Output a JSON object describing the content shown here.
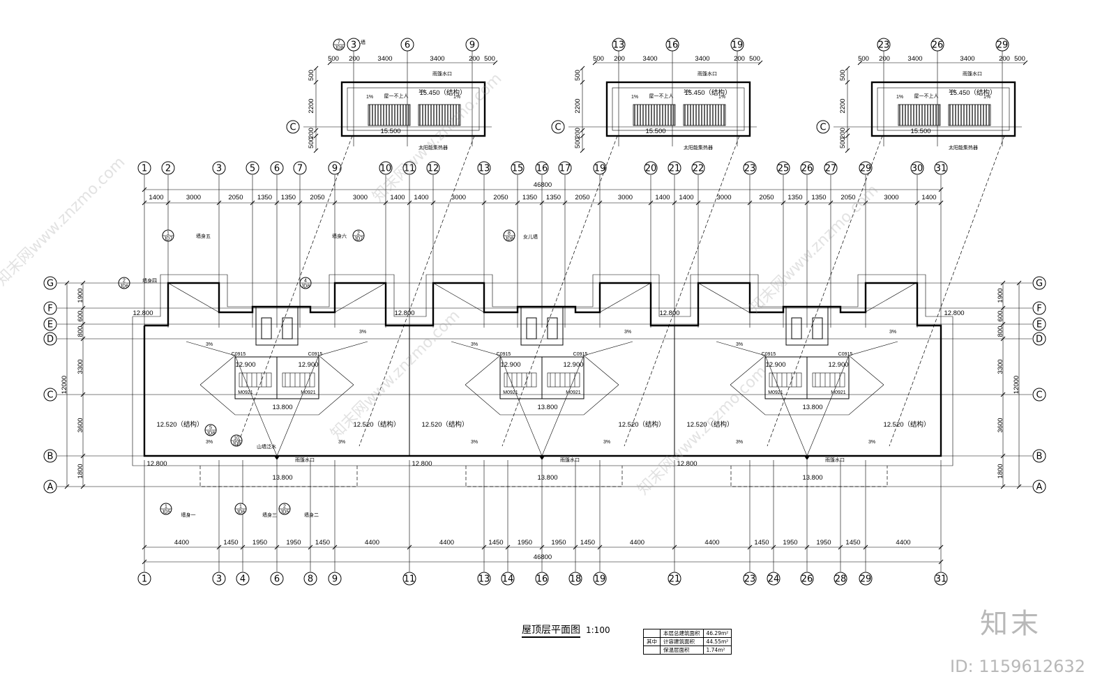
{
  "drawing": {
    "title": "屋顶层平面图",
    "scale": "1:100",
    "area_table": {
      "rows": [
        {
          "group": "",
          "label": "本层总建筑面积",
          "value": "46.29m²"
        },
        {
          "group": "其中",
          "label": "计容建筑面积",
          "value": "44.55m²"
        },
        {
          "group": "",
          "label": "保温层面积",
          "value": "1.74m²"
        }
      ]
    },
    "top_axes": [
      "1",
      "2",
      "3",
      "5",
      "6",
      "7",
      "9",
      "10",
      "11",
      "12",
      "13",
      "15",
      "16",
      "17",
      "19",
      "20",
      "21",
      "22",
      "23",
      "25",
      "26",
      "27",
      "29",
      "30",
      "31"
    ],
    "bottom_axes": [
      "1",
      "3",
      "4",
      "6",
      "8",
      "9",
      "11",
      "13",
      "14",
      "16",
      "18",
      "19",
      "21",
      "23",
      "24",
      "26",
      "28",
      "29",
      "31"
    ],
    "row_axes": [
      "G",
      "F",
      "E",
      "D",
      "C",
      "B",
      "A"
    ],
    "total_dimension": "46800",
    "top_dims": [
      "1400",
      "3000",
      "2050",
      "1350",
      "1350",
      "2050",
      "3000",
      "1400",
      "1400",
      "3000",
      "2050",
      "1350",
      "1350",
      "2050",
      "3000",
      "1400",
      "1400",
      "3000",
      "2050",
      "1350",
      "1350",
      "2050",
      "3000",
      "1400"
    ],
    "bottom_dims": [
      "4400",
      "1450",
      "1950",
      "1950",
      "1450",
      "4400",
      "4400",
      "1450",
      "1950",
      "1950",
      "1450",
      "4400",
      "4400",
      "1450",
      "1950",
      "1950",
      "1450",
      "4400"
    ],
    "left_dims": [
      "1900",
      "600",
      "800",
      "3300",
      "3600",
      "1800"
    ],
    "right_dims": [
      "1900",
      "600",
      "800",
      "3300",
      "3600",
      "1800"
    ],
    "overall_depth": "12000",
    "annotations": {
      "elev_12800": "12.800",
      "elev_12900": "12.900",
      "elev_13800": "13.800",
      "elev_12520": "12.520（结构）",
      "elev_15450": "15.450（结构）",
      "elev_15500": "15.500",
      "slope": "3%",
      "slope1": "1%",
      "parapet": "女儿墙",
      "drain": "雨篷水口",
      "solar": "太阳能集热器",
      "roof_access": "屋一不上人",
      "door": "M0921",
      "window": "C0915"
    },
    "details": [
      {
        "num": "1",
        "sheet": "JD7"
      },
      {
        "num": "2",
        "sheet": "JD7"
      },
      {
        "num": "2",
        "sheet": "JD6"
      },
      {
        "num": "4",
        "sheet": "JD8"
      },
      {
        "num": "5",
        "sheet": "JD8"
      },
      {
        "num": "10",
        "sheet": "JD8"
      },
      {
        "num": "1",
        "sheet": "JD5"
      },
      {
        "num": "1",
        "sheet": "JD6"
      },
      {
        "num": "2",
        "sheet": "JD5"
      },
      {
        "num": "7",
        "sheet": "JD8"
      },
      {
        "num": "8",
        "sheet": "JD8"
      }
    ],
    "detail_labels": [
      "墙身五",
      "墙身六",
      "墙身四",
      "墙身一",
      "墙身三",
      "墙身二",
      "山墙泛水",
      "女儿墙"
    ],
    "inset_axes": [
      [
        "3",
        "6",
        "9"
      ],
      [
        "13",
        "16",
        "19"
      ],
      [
        "23",
        "26",
        "29"
      ]
    ],
    "inset_dims_h": [
      "500",
      "200",
      "3400",
      "3400",
      "200",
      "500"
    ],
    "inset_dims_v": [
      "500",
      "2200",
      "200",
      "500"
    ],
    "watermark": {
      "brand": "知末",
      "id": "ID: 1159612632",
      "site": "知末网www.znzmo.com"
    }
  }
}
